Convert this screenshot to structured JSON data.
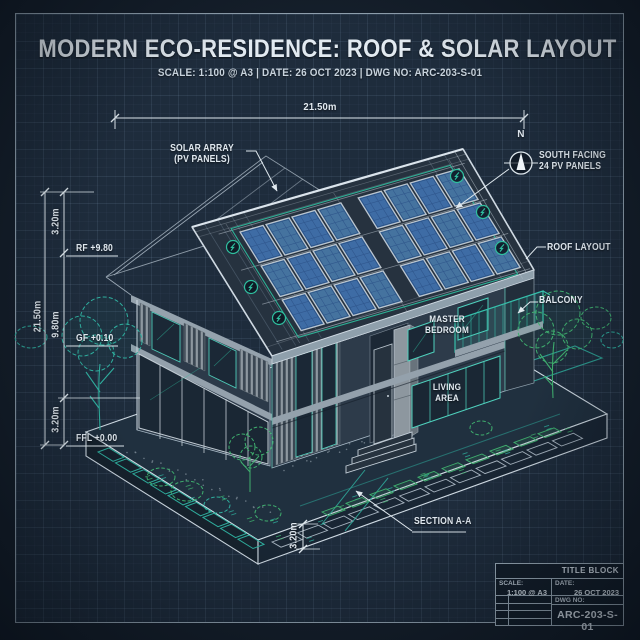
{
  "header": {
    "title": "MODERN ECO-RESIDENCE: ROOF & SOLAR LAYOUT",
    "subtitle": "SCALE: 1:100 @ A3  |  DATE: 26 OCT 2023  |  DWG NO: ARC-203-S-01"
  },
  "annotations": {
    "solar_array_1": "SOLAR ARRAY",
    "solar_array_2": "(PV PANELS)",
    "south_facing_1": "SOUTH FACING",
    "south_facing_2": "24 PV PANELS",
    "roof_layout": "ROOF LAYOUT",
    "balcony": "BALCONY",
    "master_1": "MASTER",
    "master_2": "BEDROOM",
    "living_1": "LIVING",
    "living_2": "AREA",
    "section": "SECTION A-A"
  },
  "compass": {
    "north": "N"
  },
  "levels": {
    "rf": "RF +9.80",
    "gf": "GF +0.10",
    "ffl": "FFL +0.00"
  },
  "dimensions": {
    "top_width": "21.50m",
    "left_total": "21.50m",
    "left_top": "3.20m",
    "left_mid": "9.80m",
    "left_bottom": "3.20m",
    "plinth": "3.20m"
  },
  "title_block": {
    "header": "TITLE BLOCK",
    "scale_label": "SCALE:",
    "scale_value": "1:100 @ A3",
    "date_label": "DATE:",
    "date_value": "26 OCT 2023",
    "dwg_label": "DWG NO:",
    "dwg_value": "ARC-203-S-01"
  },
  "colors": {
    "accent_teal": "#2fbf9f",
    "plant_green": "#3fae6e",
    "panel_blue": "#3e6ca5",
    "line_white": "#d7e1ea",
    "background": "#1e2c3c"
  }
}
